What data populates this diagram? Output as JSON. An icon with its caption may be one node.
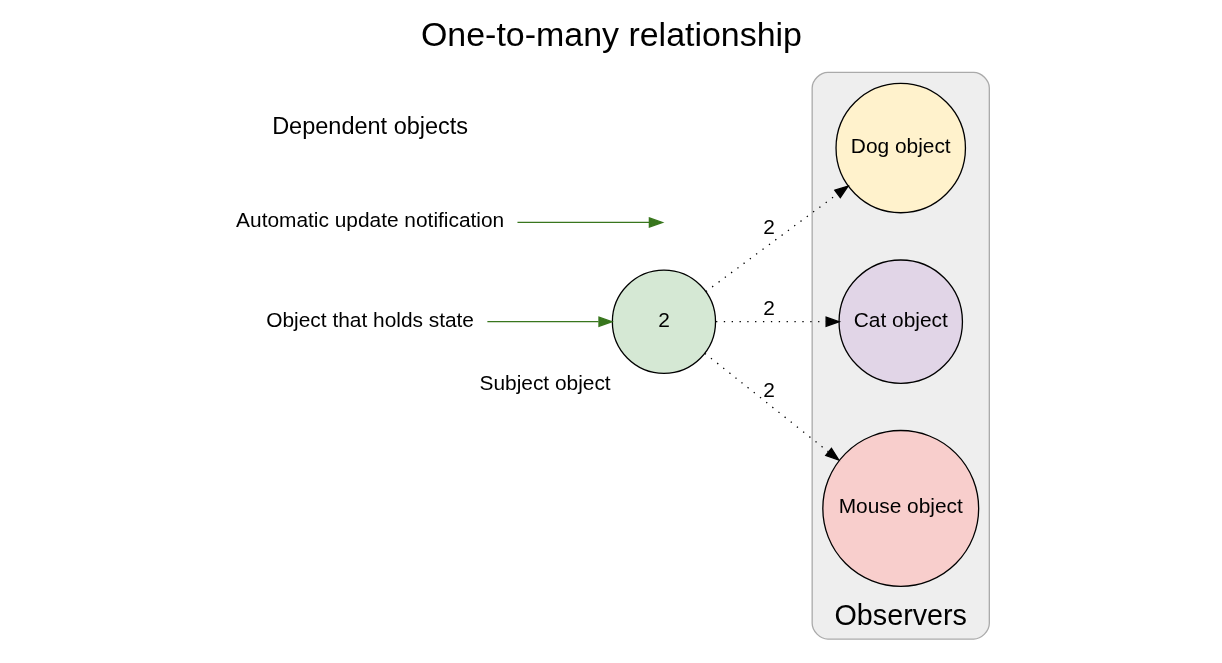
{
  "diagram": {
    "title": "One-to-many relationship",
    "nodes": [
      {
        "text": [
          "Observers"
        ]
      },
      {
        "text": [
          "Dog object"
        ],
        "in": 0
      },
      {
        "text": [
          "Cat object"
        ],
        "in": 0
      },
      {
        "text": [
          "Mouse object"
        ],
        "in": 0
      },
      {
        "text": [
          "Object that holds state"
        ]
      },
      {
        "text": [
          "2"
        ],
        "beside": [
          "Subject object"
        ]
      },
      {
        "text": [
          "Automatic update notification"
        ]
      }
    ],
    "edges": [
      {
        "from": 4,
        "to": 5,
        "arrow": "to",
        "color": "#38761d"
      },
      {
        "from": 5,
        "to": 1,
        "arrow": "to",
        "label": "2",
        "style": "dashed"
      },
      {
        "from": 5,
        "to": 2,
        "arrow": "to",
        "label": "2",
        "style": "dashed"
      },
      {
        "from": 5,
        "to": 3,
        "arrow": "to",
        "label": "2",
        "style": "dashed"
      },
      {
        "from": 6,
        "to": null,
        "arrow": "to",
        "color": "#38761d"
      }
    ],
    "labels": [
      "Dependent objects"
    ]
  }
}
